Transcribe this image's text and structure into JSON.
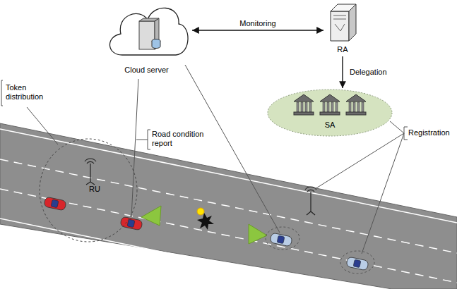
{
  "diagram": {
    "nodes": [
      {
        "text": [
          "Cloud server"
        ]
      },
      {
        "text": [
          "RA"
        ]
      },
      {
        "text": [
          "SA"
        ]
      },
      {
        "text": [
          "RU"
        ]
      }
    ],
    "edges": [
      {
        "from": 0,
        "to": 1,
        "label": "Monitoring",
        "arrow": "both"
      },
      {
        "from": 1,
        "to": 2,
        "label": "Delegation",
        "arrow": "to"
      }
    ],
    "labels": [
      "Token distribution",
      "Road condition report",
      "Registration"
    ]
  }
}
